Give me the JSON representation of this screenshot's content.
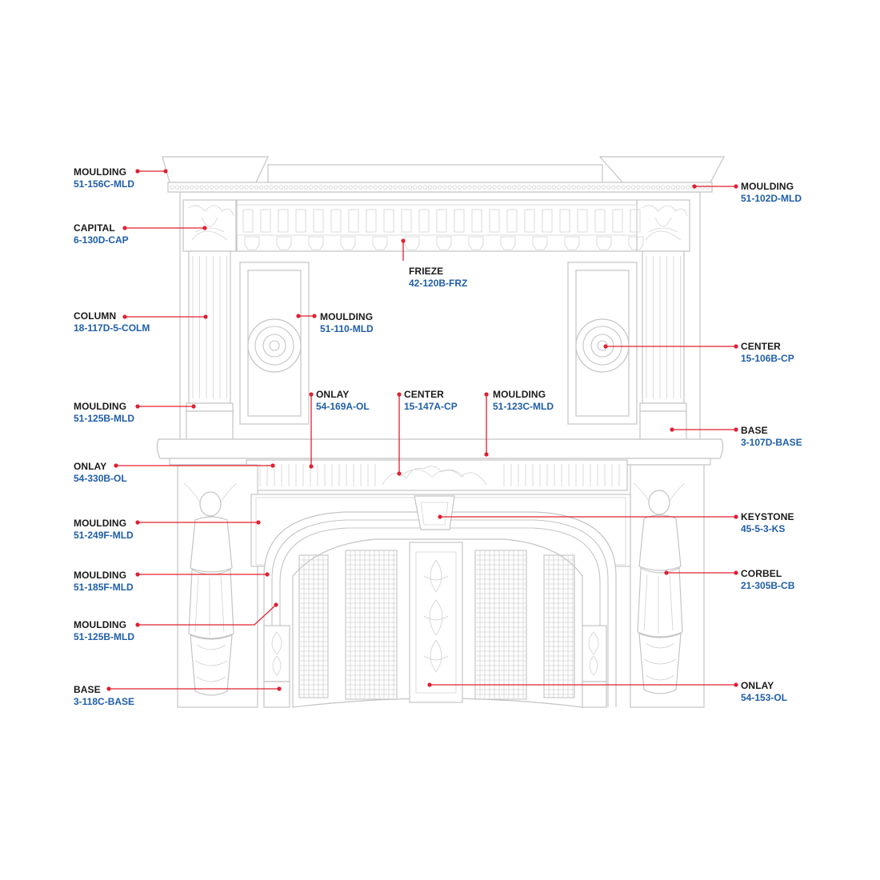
{
  "colors": {
    "leader": "#e02031",
    "part_name": "#1a1a1a",
    "part_code": "#1f5ea8",
    "drawing": "#c4c4c4"
  },
  "callouts": [
    {
      "id": "moulding-crown-left",
      "name": "MOULDING",
      "code": "51-156C-MLD"
    },
    {
      "id": "capital",
      "name": "CAPITAL",
      "code": "6-130D-CAP"
    },
    {
      "id": "column",
      "name": "COLUMN",
      "code": "18-117D-5-COLM"
    },
    {
      "id": "moulding-column-band",
      "name": "MOULDING",
      "code": "51-125B-MLD"
    },
    {
      "id": "onlay-left",
      "name": "ONLAY",
      "code": "54-330B-OL"
    },
    {
      "id": "moulding-arch-frame",
      "name": "MOULDING",
      "code": "51-249F-MLD"
    },
    {
      "id": "moulding-arch-outer",
      "name": "MOULDING",
      "code": "51-185F-MLD"
    },
    {
      "id": "moulding-arch-inner",
      "name": "MOULDING",
      "code": "51-125B-MLD"
    },
    {
      "id": "base-left",
      "name": "BASE",
      "code": "3-118C-BASE"
    },
    {
      "id": "frieze",
      "name": "FRIEZE",
      "code": "42-120B-FRZ"
    },
    {
      "id": "moulding-panel",
      "name": "MOULDING",
      "code": "51-110-MLD"
    },
    {
      "id": "onlay-shelf",
      "name": "ONLAY",
      "code": "54-169A-OL"
    },
    {
      "id": "center-shelf",
      "name": "CENTER",
      "code": "15-147A-CP"
    },
    {
      "id": "moulding-shelf",
      "name": "MOULDING",
      "code": "51-123C-MLD"
    },
    {
      "id": "moulding-crown-right",
      "name": "MOULDING",
      "code": "51-102D-MLD"
    },
    {
      "id": "center-panel",
      "name": "CENTER",
      "code": "15-106B-CP"
    },
    {
      "id": "base-right",
      "name": "BASE",
      "code": "3-107D-BASE"
    },
    {
      "id": "keystone",
      "name": "KEYSTONE",
      "code": "45-5-3-KS"
    },
    {
      "id": "corbel",
      "name": "CORBEL",
      "code": "21-305B-CB"
    },
    {
      "id": "onlay-screen",
      "name": "ONLAY",
      "code": "54-153-OL"
    }
  ]
}
